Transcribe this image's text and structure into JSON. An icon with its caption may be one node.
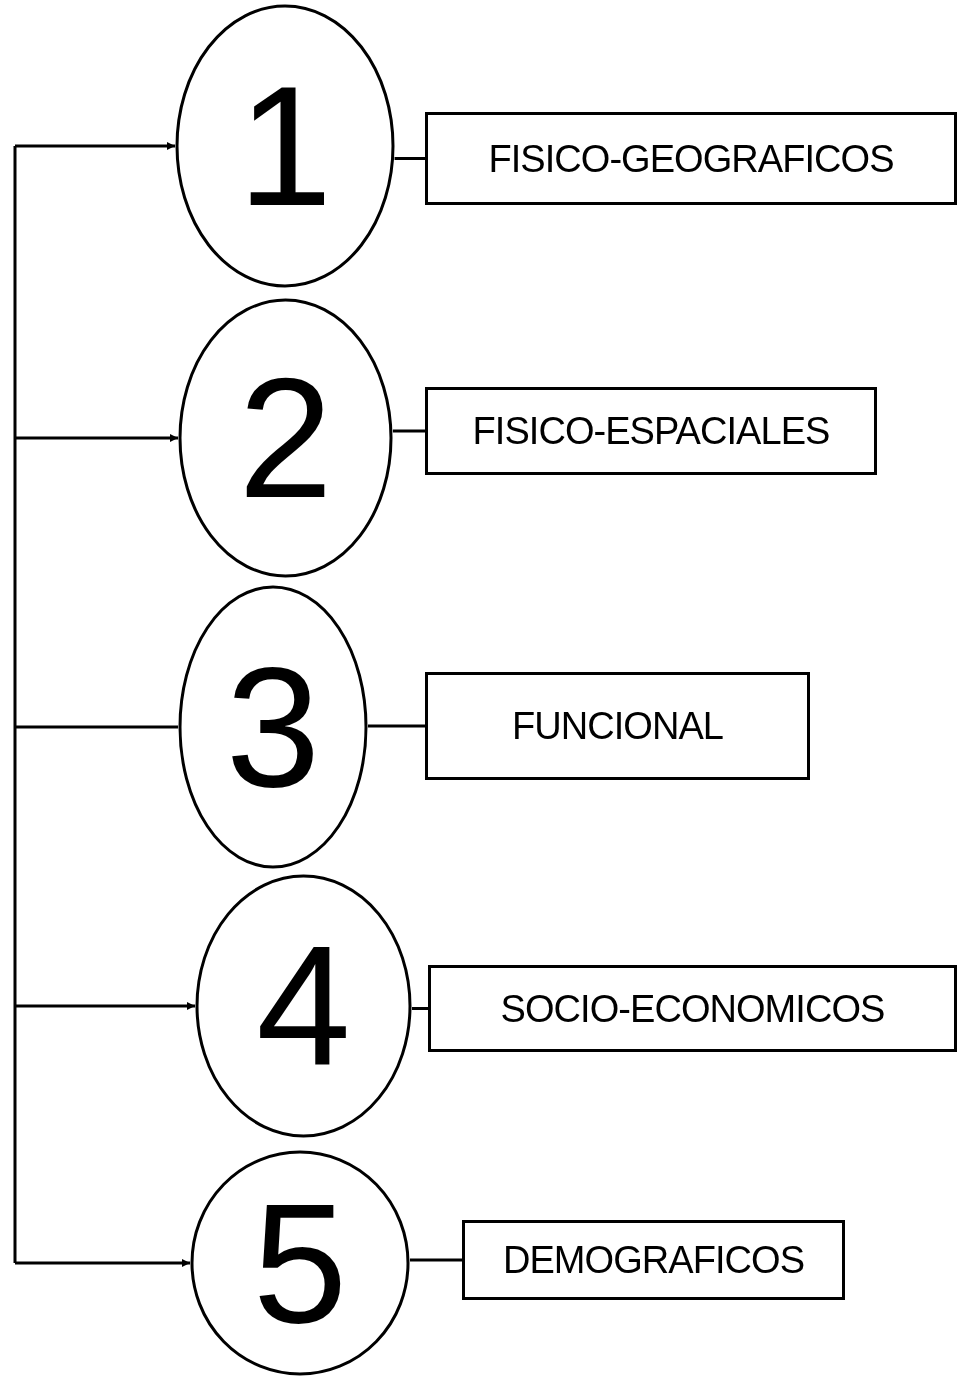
{
  "diagram": {
    "nodes": [
      {
        "text": [
          "1"
        ]
      },
      {
        "text": [
          "FISICO-GEOGRAFICOS"
        ]
      },
      {
        "text": [
          "2"
        ]
      },
      {
        "text": [
          "FISICO-ESPACIALES"
        ]
      },
      {
        "text": [
          "3"
        ]
      },
      {
        "text": [
          "FUNCIONAL"
        ]
      },
      {
        "text": [
          "4"
        ]
      },
      {
        "text": [
          "SOCIO-ECONOMICOS"
        ]
      },
      {
        "text": [
          "5"
        ]
      },
      {
        "text": [
          "DEMOGRAFICOS"
        ]
      }
    ],
    "edges": [
      {
        "from": null,
        "to": 0,
        "arrow": "to"
      },
      {
        "from": null,
        "to": 2,
        "arrow": "to"
      },
      {
        "from": null,
        "to": 4,
        "arrow": "none"
      },
      {
        "from": null,
        "to": 6,
        "arrow": "to"
      },
      {
        "from": null,
        "to": 8,
        "arrow": "to"
      },
      {
        "from": 0,
        "to": 1,
        "arrow": "none"
      },
      {
        "from": 2,
        "to": 3,
        "arrow": "none"
      },
      {
        "from": 4,
        "to": 5,
        "arrow": "none"
      },
      {
        "from": 6,
        "to": 7,
        "arrow": "none"
      },
      {
        "from": 8,
        "to": 9,
        "arrow": "none"
      }
    ]
  }
}
